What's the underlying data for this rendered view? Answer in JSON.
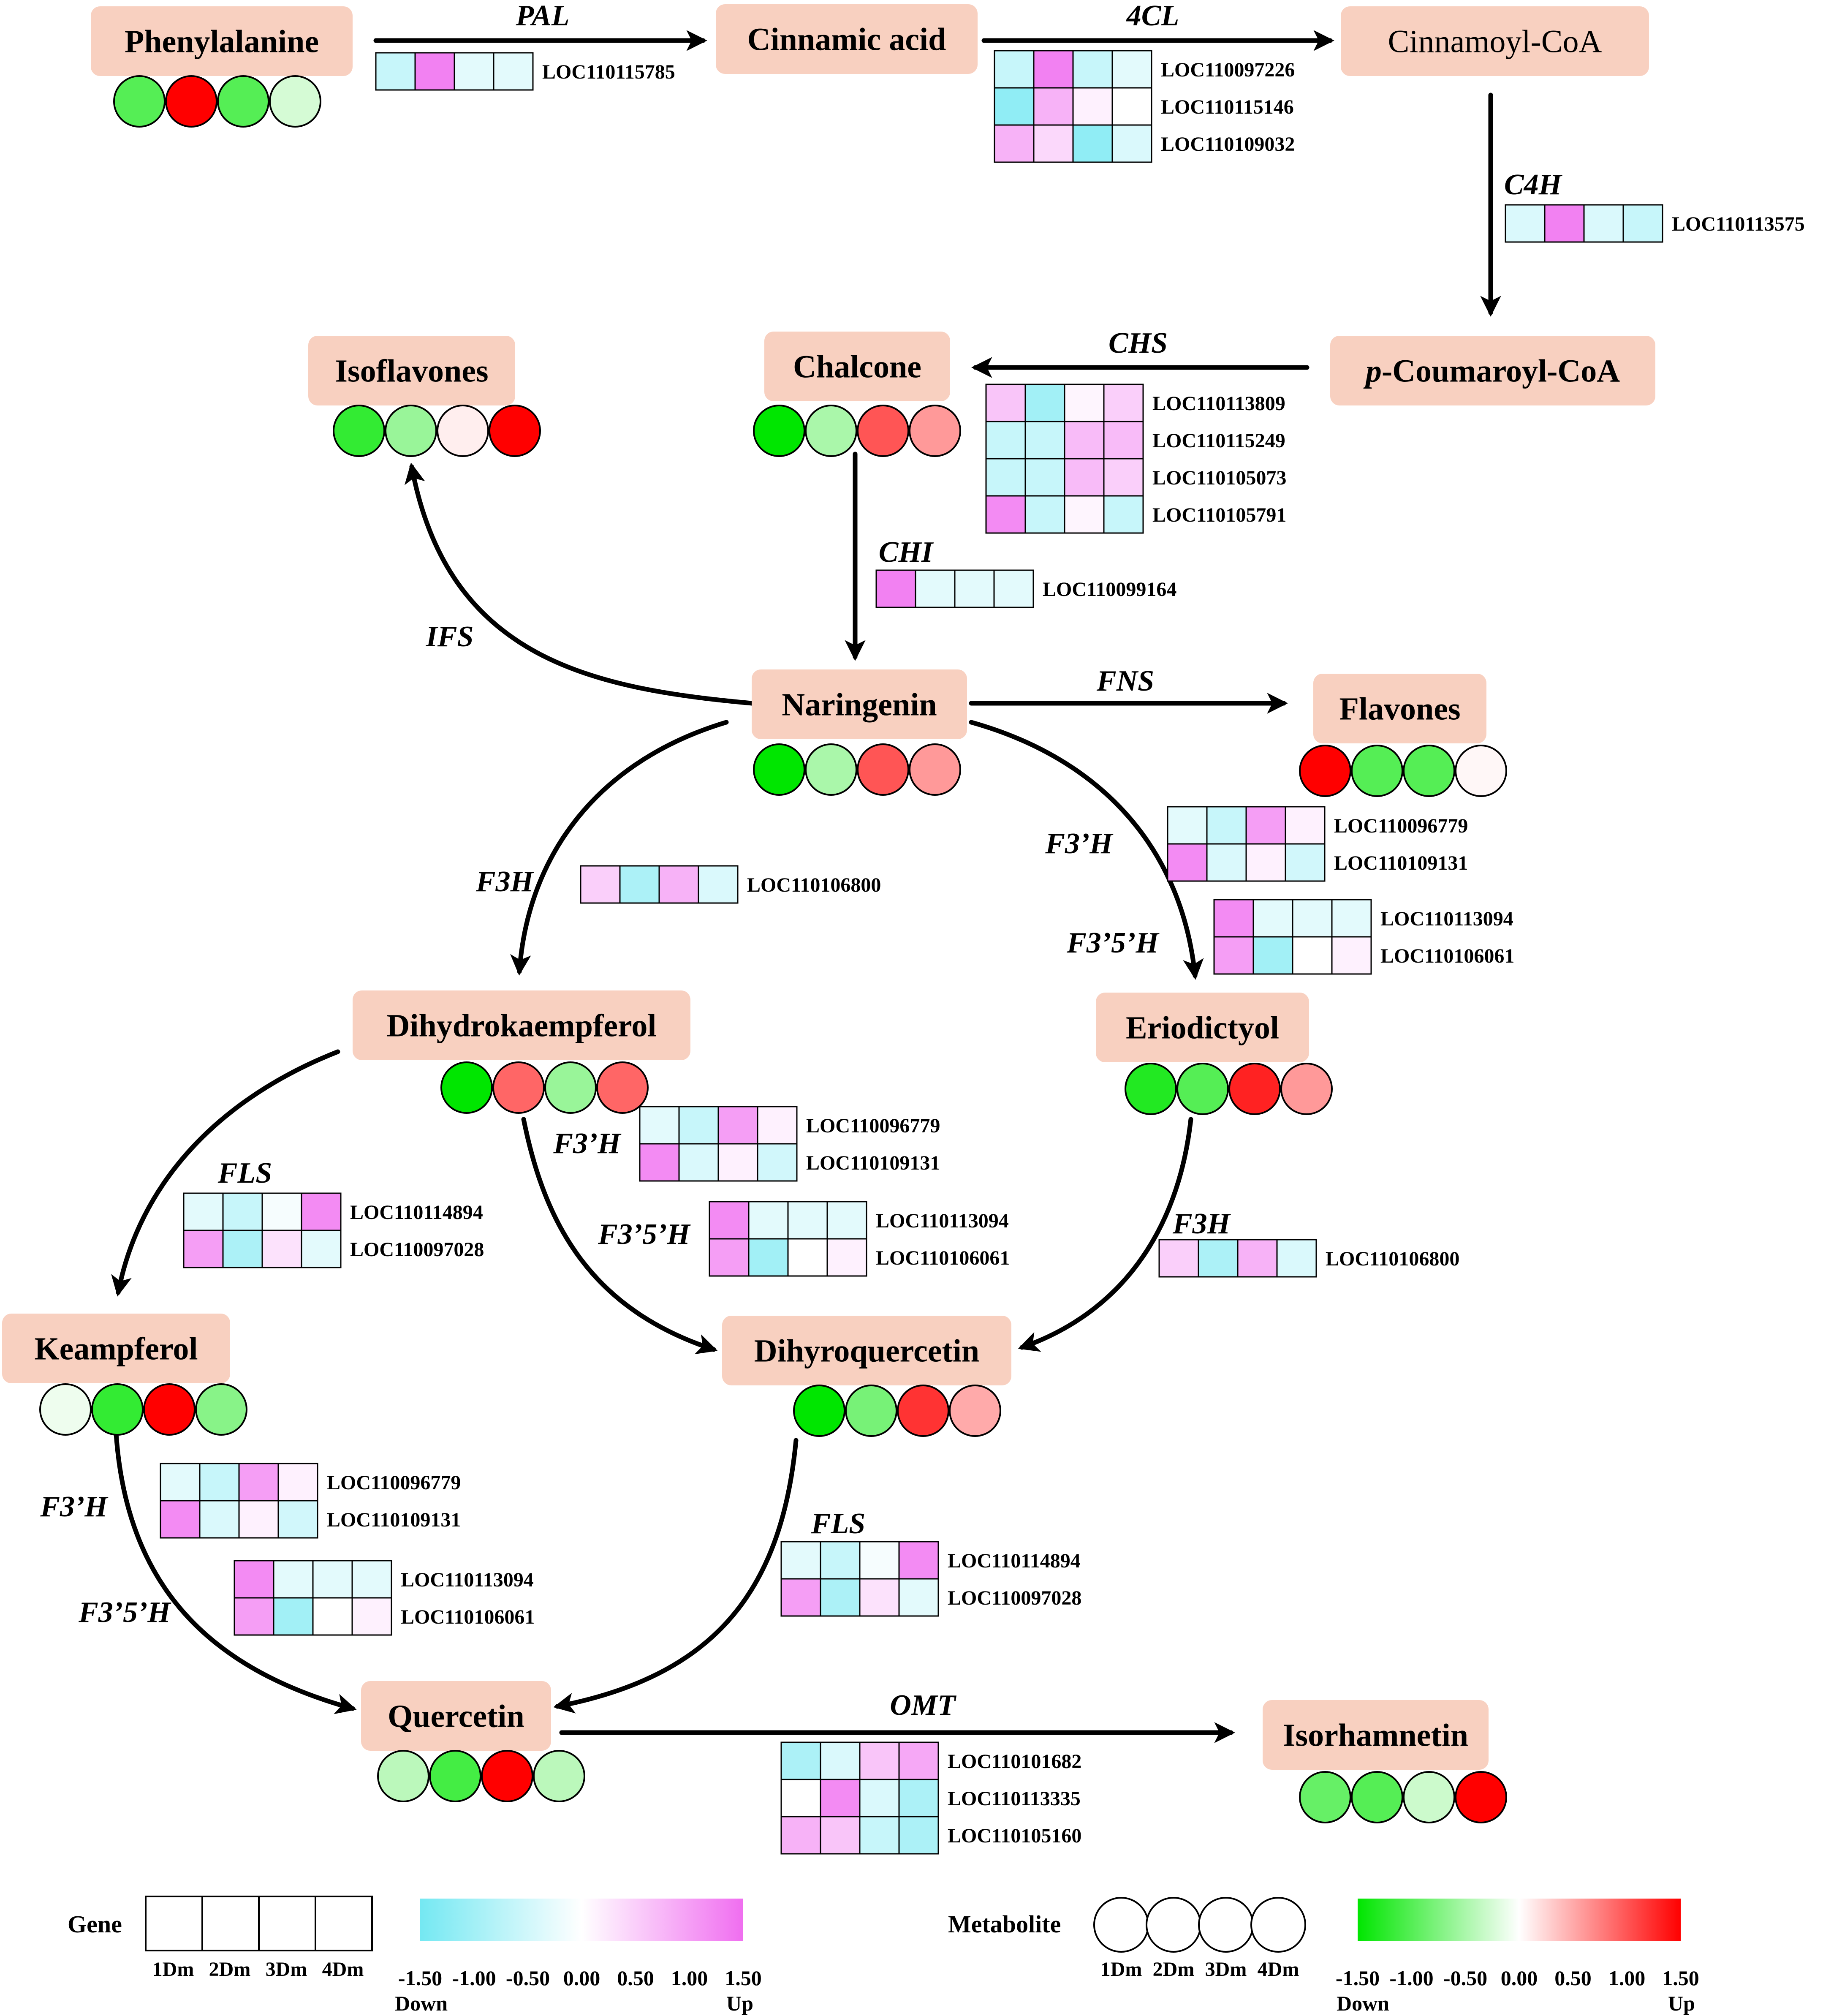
{
  "colors": {
    "node_fill": "#f8d0c0",
    "gene_low": "#74e8f2",
    "gene_mid": "#ffffff",
    "gene_high": "#f06ef0",
    "met_low": "#00e600",
    "met_mid": "#ffffff",
    "met_high": "#ff0000",
    "arrow": "#000000"
  },
  "samples": [
    "1Dm",
    "2Dm",
    "3Dm",
    "4Dm"
  ],
  "metabolites": [
    {
      "id": "phenylalanine",
      "label": "Phenylalanine",
      "values": [
        -1.0,
        1.5,
        -1.0,
        -0.25
      ]
    },
    {
      "id": "cinnamic-acid",
      "label": "Cinnamic acid",
      "values": null
    },
    {
      "id": "cinnamoyl-coa",
      "label": "Cinnamoyl-CoA",
      "values": null
    },
    {
      "id": "p-coumaroyl-coa",
      "label_prefix": "p",
      "label": "-Coumaroyl-CoA",
      "values": null
    },
    {
      "id": "isoflavones",
      "label": "Isoflavones",
      "values": [
        -1.2,
        -0.6,
        0.1,
        1.5
      ]
    },
    {
      "id": "chalcone",
      "label": "Chalcone",
      "values": [
        -1.5,
        -0.5,
        1.0,
        0.6
      ]
    },
    {
      "id": "naringenin",
      "label": "Naringenin",
      "values": [
        -1.5,
        -0.5,
        1.0,
        0.6
      ]
    },
    {
      "id": "flavones",
      "label": "Flavones",
      "values": [
        1.5,
        -1.0,
        -1.0,
        0.05
      ]
    },
    {
      "id": "dihydrokaempferol",
      "label": "Dihydrokaempferol",
      "values": [
        -1.5,
        0.9,
        -0.6,
        0.9
      ]
    },
    {
      "id": "eriodictyol",
      "label": "Eriodictyol",
      "values": [
        -1.3,
        -1.0,
        1.3,
        0.6
      ]
    },
    {
      "id": "keampferol",
      "label": "Keampferol",
      "values": [
        -0.1,
        -1.2,
        1.5,
        -0.7
      ]
    },
    {
      "id": "dihyroquercetin",
      "label": "Dihyroquercetin",
      "values": [
        -1.5,
        -0.8,
        1.2,
        0.5
      ]
    },
    {
      "id": "quercetin",
      "label": "Quercetin",
      "values": [
        -0.4,
        -1.1,
        1.5,
        -0.4
      ]
    },
    {
      "id": "isorhamnetin",
      "label": "Isorhamnetin",
      "values": [
        -0.9,
        -1.0,
        -0.3,
        1.5
      ]
    }
  ],
  "enzymes": [
    {
      "id": "pal",
      "label": "PAL",
      "genes": [
        {
          "name": "LOC110115785",
          "values": [
            -0.6,
            1.3,
            -0.3,
            -0.3
          ]
        }
      ]
    },
    {
      "id": "4cl",
      "label": "4CL",
      "genes": [
        {
          "name": "LOC110097226",
          "values": [
            -0.6,
            1.3,
            -0.6,
            -0.3
          ]
        },
        {
          "name": "LOC110115146",
          "values": [
            -1.2,
            0.8,
            0.15,
            0.0
          ]
        },
        {
          "name": "LOC110109032",
          "values": [
            0.8,
            0.4,
            -1.2,
            -0.4
          ]
        }
      ]
    },
    {
      "id": "c4h",
      "label": "C4H",
      "genes": [
        {
          "name": "LOC110113575",
          "values": [
            -0.4,
            1.3,
            -0.4,
            -0.6
          ]
        }
      ]
    },
    {
      "id": "chs",
      "label": "CHS",
      "genes": [
        {
          "name": "LOC110113809",
          "values": [
            0.6,
            -1.0,
            0.1,
            0.5
          ]
        },
        {
          "name": "LOC110115249",
          "values": [
            -0.6,
            -0.6,
            0.7,
            0.7
          ]
        },
        {
          "name": "LOC110105073",
          "values": [
            -0.6,
            -0.6,
            0.7,
            0.5
          ]
        },
        {
          "name": "LOC110105791",
          "values": [
            1.2,
            -0.6,
            0.1,
            -0.6
          ]
        }
      ]
    },
    {
      "id": "chi",
      "label": "CHI",
      "genes": [
        {
          "name": "LOC110099164",
          "values": [
            1.3,
            -0.3,
            -0.3,
            -0.3
          ]
        }
      ]
    },
    {
      "id": "ifs",
      "label": "IFS",
      "genes": []
    },
    {
      "id": "fns",
      "label": "FNS",
      "genes": []
    },
    {
      "id": "f3h-top",
      "label": "F3H",
      "genes": [
        {
          "name": "LOC110106800",
          "values": [
            0.5,
            -0.9,
            0.8,
            -0.4
          ]
        }
      ]
    },
    {
      "id": "f3ph-top",
      "label": "F3’H",
      "genes": [
        {
          "name": "LOC110096779",
          "values": [
            -0.3,
            -0.6,
            1.0,
            0.15
          ]
        },
        {
          "name": "LOC110109131",
          "values": [
            1.2,
            -0.4,
            0.15,
            -0.5
          ]
        }
      ]
    },
    {
      "id": "f35h-top",
      "label": "F3’5’H",
      "genes": [
        {
          "name": "LOC110113094",
          "values": [
            1.2,
            -0.3,
            -0.3,
            -0.3
          ]
        },
        {
          "name": "LOC110106061",
          "values": [
            1.0,
            -1.0,
            0.0,
            0.15
          ]
        }
      ]
    },
    {
      "id": "fls-left",
      "label": "FLS",
      "genes": [
        {
          "name": "LOC110114894",
          "values": [
            -0.3,
            -0.6,
            -0.1,
            1.2
          ]
        },
        {
          "name": "LOC110097028",
          "values": [
            1.0,
            -0.9,
            0.3,
            -0.3
          ]
        }
      ]
    },
    {
      "id": "f3ph-mid",
      "label": "F3’H",
      "genes": [
        {
          "name": "LOC110096779",
          "values": [
            -0.3,
            -0.6,
            1.0,
            0.15
          ]
        },
        {
          "name": "LOC110109131",
          "values": [
            1.2,
            -0.4,
            0.15,
            -0.5
          ]
        }
      ]
    },
    {
      "id": "f35h-mid",
      "label": "F3’5’H",
      "genes": [
        {
          "name": "LOC110113094",
          "values": [
            1.2,
            -0.3,
            -0.3,
            -0.3
          ]
        },
        {
          "name": "LOC110106061",
          "values": [
            1.0,
            -1.0,
            0.0,
            0.15
          ]
        }
      ]
    },
    {
      "id": "f3h-right",
      "label": "F3H",
      "genes": [
        {
          "name": "LOC110106800",
          "values": [
            0.5,
            -0.9,
            0.8,
            -0.4
          ]
        }
      ]
    },
    {
      "id": "f3ph-low",
      "label": "F3’H",
      "genes": [
        {
          "name": "LOC110096779",
          "values": [
            -0.3,
            -0.6,
            1.0,
            0.15
          ]
        },
        {
          "name": "LOC110109131",
          "values": [
            1.2,
            -0.4,
            0.15,
            -0.5
          ]
        }
      ]
    },
    {
      "id": "f35h-low",
      "label": "F3’5’H",
      "genes": [
        {
          "name": "LOC110113094",
          "values": [
            1.2,
            -0.3,
            -0.3,
            -0.3
          ]
        },
        {
          "name": "LOC110106061",
          "values": [
            1.0,
            -1.0,
            0.0,
            0.15
          ]
        }
      ]
    },
    {
      "id": "fls-mid",
      "label": "FLS",
      "genes": [
        {
          "name": "LOC110114894",
          "values": [
            -0.3,
            -0.6,
            -0.1,
            1.2
          ]
        },
        {
          "name": "LOC110097028",
          "values": [
            1.0,
            -0.9,
            0.3,
            -0.3
          ]
        }
      ]
    },
    {
      "id": "omt",
      "label": "OMT",
      "genes": [
        {
          "name": "LOC110101682",
          "values": [
            -0.9,
            -0.4,
            0.6,
            0.9
          ]
        },
        {
          "name": "LOC110113335",
          "values": [
            0.0,
            1.2,
            -0.4,
            -0.9
          ]
        },
        {
          "name": "LOC110105160",
          "values": [
            0.8,
            0.6,
            -0.6,
            -0.9
          ]
        }
      ]
    }
  ],
  "legend": {
    "gene_title": "Gene",
    "metabolite_title": "Metabolite",
    "ticks": [
      "-1.50",
      "-1.00",
      "-0.50",
      "0.00",
      "0.50",
      "1.00",
      "1.50"
    ],
    "down_label": "Down",
    "up_label": "Up"
  }
}
